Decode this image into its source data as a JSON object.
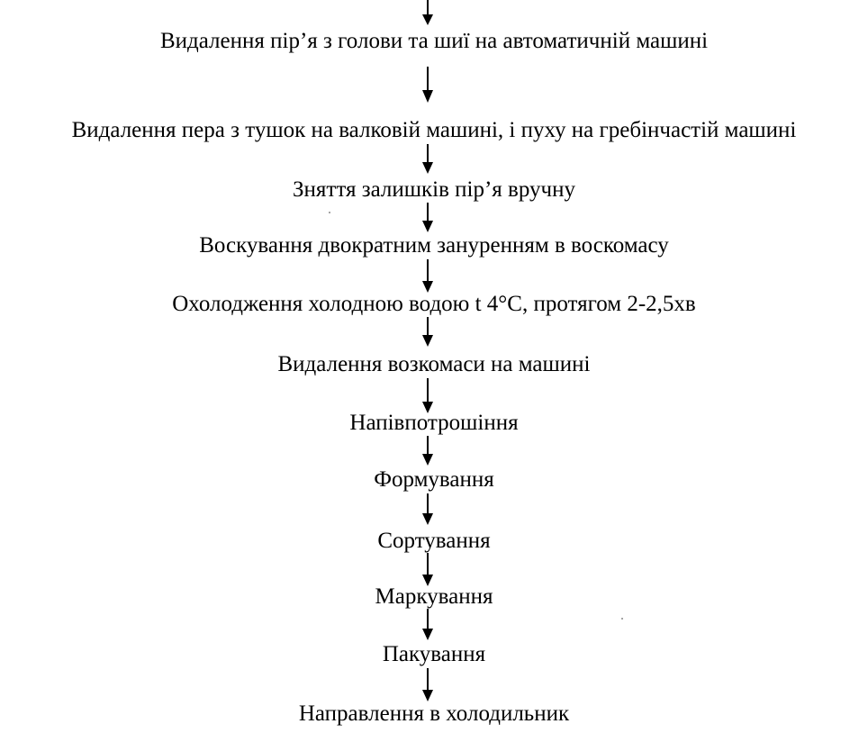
{
  "steps": [
    "Видалення пір’я з голови та шиї на автоматичній машині",
    "Видалення пера з тушок на валковій машині, і пуху на гребінчастій машині",
    "Зняття залишків пір’я вручну",
    "Воскування двократним зануренням в воскомасу",
    "Охолодження холодною водою t 4°C, протягом 2-2,5хв",
    "Видалення возкомаси на машині",
    "Напівпотрошіння",
    "Формування",
    "Сортування",
    "Маркування",
    "Пакування",
    "Направлення в холодильник"
  ],
  "colors": {
    "text": "#000000",
    "arrow": "#000000",
    "background": "#ffffff"
  }
}
